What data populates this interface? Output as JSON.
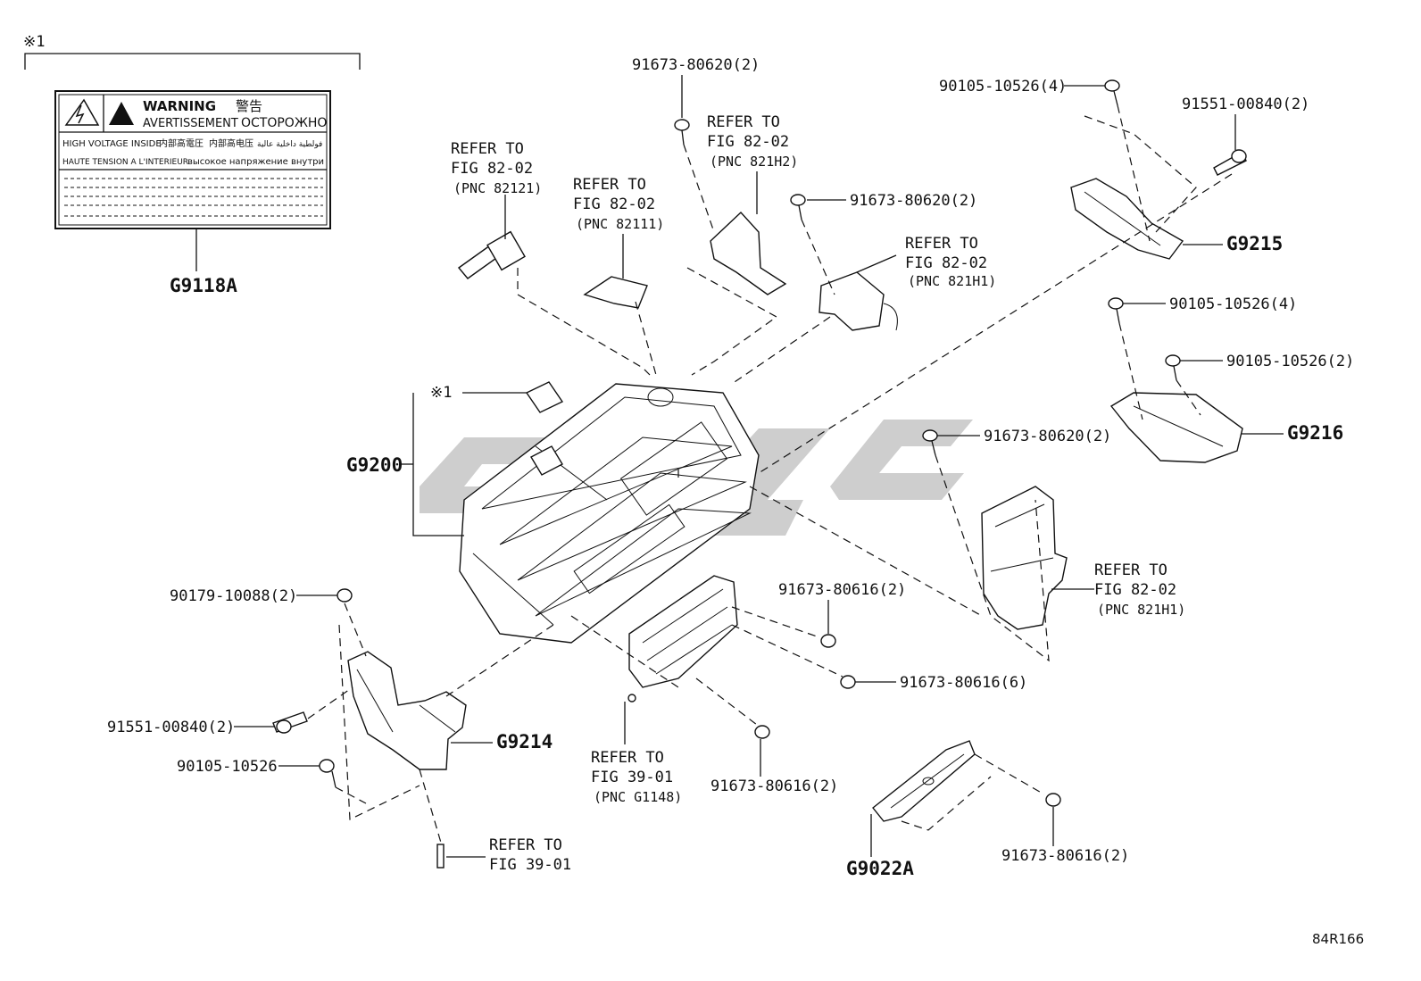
{
  "note_mark": "※1",
  "label_plate": {
    "line1a": "WARNING",
    "line1b": "警告",
    "line2a": "AVERTISSEMENT",
    "line2b": "ОСТОРОЖНО",
    "line3a": "HIGH VOLTAGE INSIDE",
    "line3b": "内部高電圧",
    "line3c": "内部高电压",
    "line3d": "فولطية داخلية عالية",
    "line4a": "HAUTE TENSION A L'INTERIEUR",
    "line4b": "высокое напряжение внутри"
  },
  "codes": {
    "g9118a": "G9118A",
    "g9200": "G9200",
    "g9215": "G9215",
    "g9216": "G9216",
    "g9214": "G9214",
    "g9022a": "G9022A"
  },
  "parts": {
    "p1": "91673-80620(2)",
    "p2": "91673-80620(2)",
    "p3": "91673-80620(2)",
    "p4": "90105-10526(4)",
    "p5": "91551-00840(2)",
    "p6": "90105-10526(4)",
    "p7": "90105-10526(2)",
    "p8": "91673-80616(2)",
    "p9": "91673-80616(6)",
    "p10": "91673-80616(2)",
    "p11": "91673-80616(2)",
    "p12": "90179-10088(2)",
    "p13": "91551-00840(2)",
    "p14": "90105-10526"
  },
  "refs": {
    "r1": {
      "a": "REFER TO",
      "b": "FIG 82-02",
      "c": "(PNC 82121)"
    },
    "r2": {
      "a": "REFER TO",
      "b": "FIG 82-02",
      "c": "(PNC 82111)"
    },
    "r3": {
      "a": "REFER TO",
      "b": "FIG 82-02",
      "c": "(PNC 821H2)"
    },
    "r4": {
      "a": "REFER TO",
      "b": "FIG 82-02",
      "c": "(PNC 821H1)"
    },
    "r5": {
      "a": "REFER TO",
      "b": "FIG 82-02",
      "c": "(PNC 821H1)"
    },
    "r6": {
      "a": "REFER TO",
      "b": "FIG 39-01",
      "c": "(PNC G1148)"
    },
    "r7": {
      "a": "REFER TO",
      "b": "FIG 39-01"
    }
  },
  "figure_id": "84R166"
}
